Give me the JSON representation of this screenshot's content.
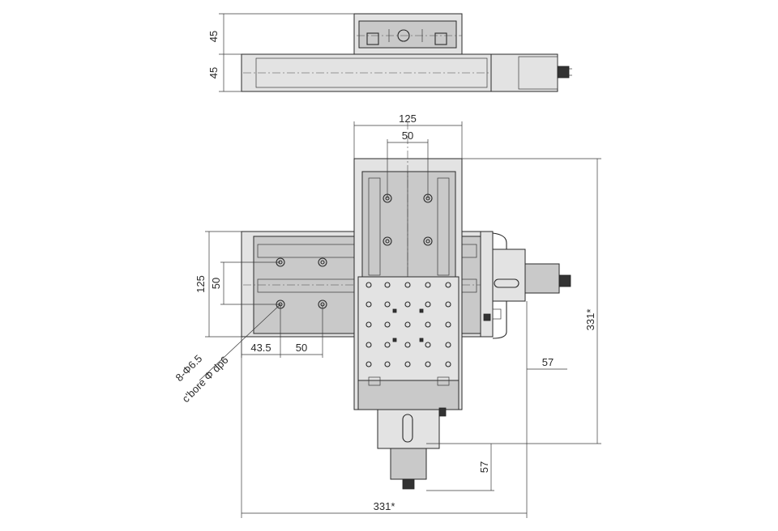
{
  "dimensions": {
    "top_plate_height": "45",
    "base_height": "45",
    "upper_width": "125",
    "upper_hole_pitch": "50",
    "lower_width": "125",
    "lower_hole_pitch": "50",
    "offset": "43.5",
    "hole_spacing": "50",
    "right_offset": "57",
    "bottom_offset": "57",
    "overall_height": "331*",
    "overall_width": "331*"
  },
  "callout": {
    "line1": "8-Φ6.5",
    "line2": "c'bore Φ dp6"
  }
}
